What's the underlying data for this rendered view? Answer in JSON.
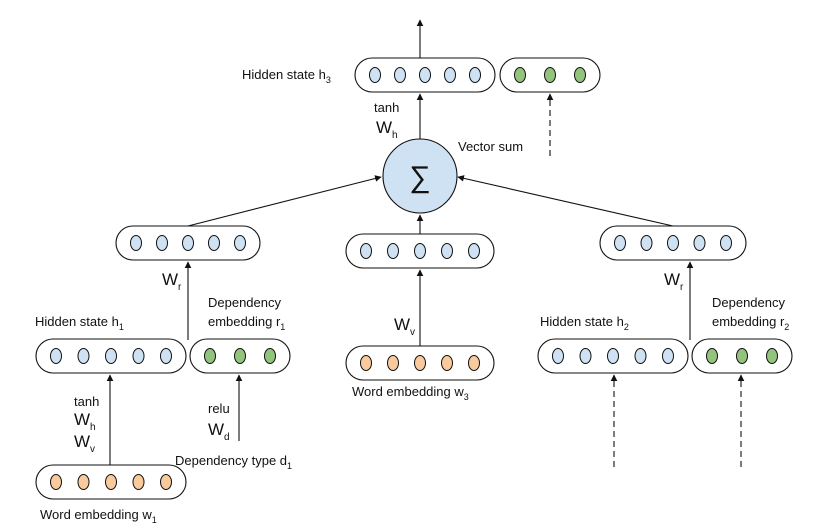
{
  "colors": {
    "blue": "#cfe2f3",
    "green": "#93c47d",
    "orange": "#f9cb9c",
    "sum_fill": "#cfe2f3",
    "stroke": "#111111"
  },
  "labels": {
    "hidden_state_h3": {
      "main": "Hidden state h",
      "sub": "3"
    },
    "tanh_top": "tanh",
    "wh_top": {
      "main": "W",
      "sub": "h"
    },
    "vector_sum": "Vector sum",
    "sigma": "∑",
    "wr_left": {
      "main": "W",
      "sub": "r"
    },
    "wr_right": {
      "main": "W",
      "sub": "r"
    },
    "hidden_state_h1": {
      "main": "Hidden state h",
      "sub": "1"
    },
    "dep_embed_r1_line1": "Dependency",
    "dep_embed_r1_line2": {
      "main": "embedding r",
      "sub": "1"
    },
    "wv_center": {
      "main": "W",
      "sub": "v"
    },
    "word_embedding_w3": {
      "main": "Word embedding w",
      "sub": "3"
    },
    "hidden_state_h2": {
      "main": "Hidden state h",
      "sub": "2"
    },
    "dep_embed_r2_line1": "Dependency",
    "dep_embed_r2_line2": {
      "main": "embedding r",
      "sub": "2"
    },
    "tanh_left": "tanh",
    "wh_left": {
      "main": "W",
      "sub": "h"
    },
    "wv_left": {
      "main": "W",
      "sub": "v"
    },
    "relu": "relu",
    "wd": {
      "main": "W",
      "sub": "d"
    },
    "dep_type_d1": {
      "main": "Dependency type d",
      "sub": "1"
    },
    "word_embedding_w1": {
      "main": "Word embedding w",
      "sub": "1"
    }
  }
}
